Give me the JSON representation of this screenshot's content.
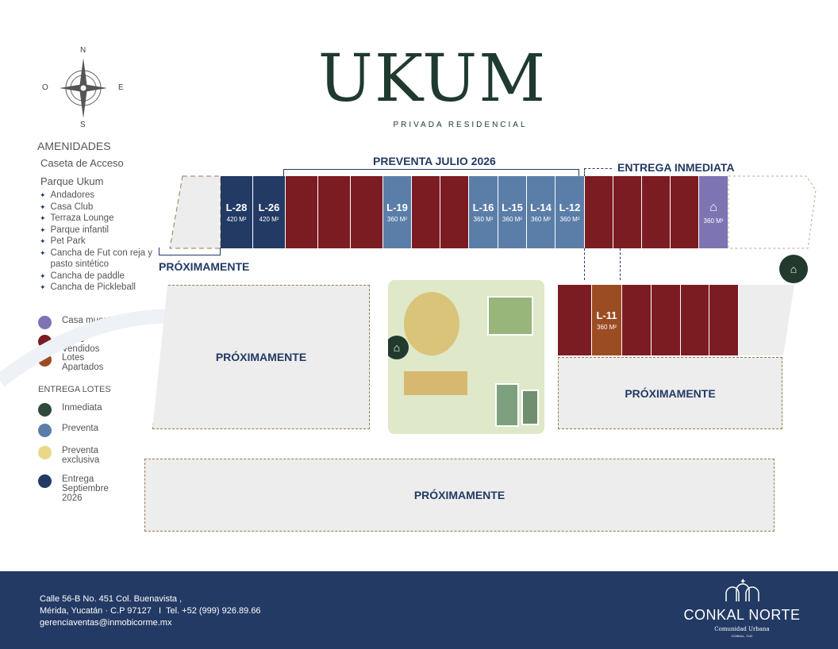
{
  "compass": {
    "n": "N",
    "s": "S",
    "e": "E",
    "w": "O"
  },
  "brand": {
    "title": "UKUM",
    "subtitle": "PRIVADA RESIDENCIAL"
  },
  "amenities": {
    "title": "AMENIDADES",
    "access": "Caseta de Acceso",
    "park": "Parque Ukum",
    "items": [
      "Andadores",
      "Casa Club",
      "Terraza Lounge",
      "Parque infantil",
      "Pet Park",
      "Cancha de Fut con reja y pasto sintético",
      "Cancha de paddle",
      "Cancha de Pickleball"
    ]
  },
  "legend": {
    "status": [
      {
        "label": "Casa muestra",
        "color": "#7d74b3"
      },
      {
        "label": "Lotes Vendidos",
        "color": "#7b1c22"
      },
      {
        "label": "Lotes Apartados",
        "color": "#9c4c22"
      }
    ],
    "delivery_title": "ENTREGA LOTES",
    "delivery": [
      {
        "label": "Inmediata",
        "color": "#2f4a3a"
      },
      {
        "label": "Preventa",
        "color": "#5b7ea8"
      },
      {
        "label": "Preventa exclusiva",
        "color": "#e9d88a"
      },
      {
        "label": "Entrega Septiembre 2026",
        "color": "#223a64"
      }
    ]
  },
  "map": {
    "preventa_label": "PREVENTA JULIO 2026",
    "entrega_label": "ENTREGA INMEDIATA",
    "proximamente": "PRÓXIMAMENTE",
    "top_lots": [
      {
        "id": "L-28",
        "size": "420 M²",
        "color": "#223a64"
      },
      {
        "id": "L-26",
        "size": "420 M²",
        "color": "#223a64"
      },
      {
        "id": "",
        "size": "",
        "color": "#7b1c22"
      },
      {
        "id": "",
        "size": "",
        "color": "#7b1c22"
      },
      {
        "id": "",
        "size": "",
        "color": "#7b1c22"
      },
      {
        "id": "L-19",
        "size": "360 M²",
        "color": "#5b7ea8"
      },
      {
        "id": "",
        "size": "",
        "color": "#7b1c22"
      },
      {
        "id": "",
        "size": "",
        "color": "#7b1c22"
      },
      {
        "id": "L-16",
        "size": "360 M²",
        "color": "#5b7ea8"
      },
      {
        "id": "L-15",
        "size": "360 M²",
        "color": "#5b7ea8"
      },
      {
        "id": "L-14",
        "size": "360 M²",
        "color": "#5b7ea8"
      },
      {
        "id": "L-12",
        "size": "360 M²",
        "color": "#5b7ea8"
      },
      {
        "id": "",
        "size": "",
        "color": "#7b1c22"
      },
      {
        "id": "",
        "size": "",
        "color": "#7b1c22"
      },
      {
        "id": "",
        "size": "",
        "color": "#7b1c22"
      },
      {
        "id": "",
        "size": "",
        "color": "#7b1c22"
      },
      {
        "id": "",
        "size": "360 M²",
        "color": "#7d74b3"
      }
    ],
    "mid_lots": [
      {
        "id": "",
        "size": "",
        "color": "#7b1c22"
      },
      {
        "id": "L-11",
        "size": "360 M²",
        "color": "#9c4c22"
      },
      {
        "id": "",
        "size": "",
        "color": "#7b1c22"
      },
      {
        "id": "",
        "size": "",
        "color": "#7b1c22"
      },
      {
        "id": "",
        "size": "",
        "color": "#7b1c22"
      },
      {
        "id": "",
        "size": "",
        "color": "#7b1c22"
      }
    ]
  },
  "footer": {
    "address1": "Calle 56-B No. 451 Col. Buenavista ,",
    "address2": "Mérida, Yucatán · C.P 97127   I  Tel. +52 (999) 926.89.66",
    "email": "gerenciaventas@inmobicorme.mx",
    "logo": "CONKAL NORTE",
    "logo_sub": "Comunidad Urbana",
    "logo_loc": "CONKAL, YUC"
  }
}
